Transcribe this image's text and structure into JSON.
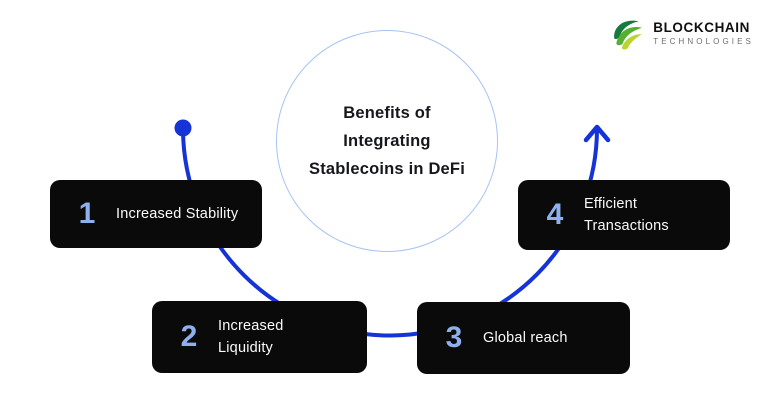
{
  "brand": {
    "name": "BLOCKCHAIN",
    "subtitle": "TECHNOLOGIES",
    "icon": "green-swirl-sphere-icon"
  },
  "center_circle": {
    "line1": "Benefits of",
    "line2": "Integrating",
    "line3": "Stablecoins in DeFi"
  },
  "benefits": [
    {
      "number": "1",
      "label": "Increased Stability"
    },
    {
      "number": "2",
      "label": "Increased Liquidity"
    },
    {
      "number": "3",
      "label": "Global reach"
    },
    {
      "number": "4",
      "label": "Efficient Transactions"
    }
  ],
  "flow": {
    "start_marker": "dot",
    "end_marker": "up-arrow"
  },
  "colors": {
    "arc": "#1633d8",
    "number": "#8fb0ee",
    "box_bg": "#0a0a0a",
    "circle_border": "#a8c3f3",
    "title_text": "#15171c",
    "label_text": "#fafafa",
    "logo_subtitle": "#6e6e6e",
    "logo_name": "#101010"
  }
}
